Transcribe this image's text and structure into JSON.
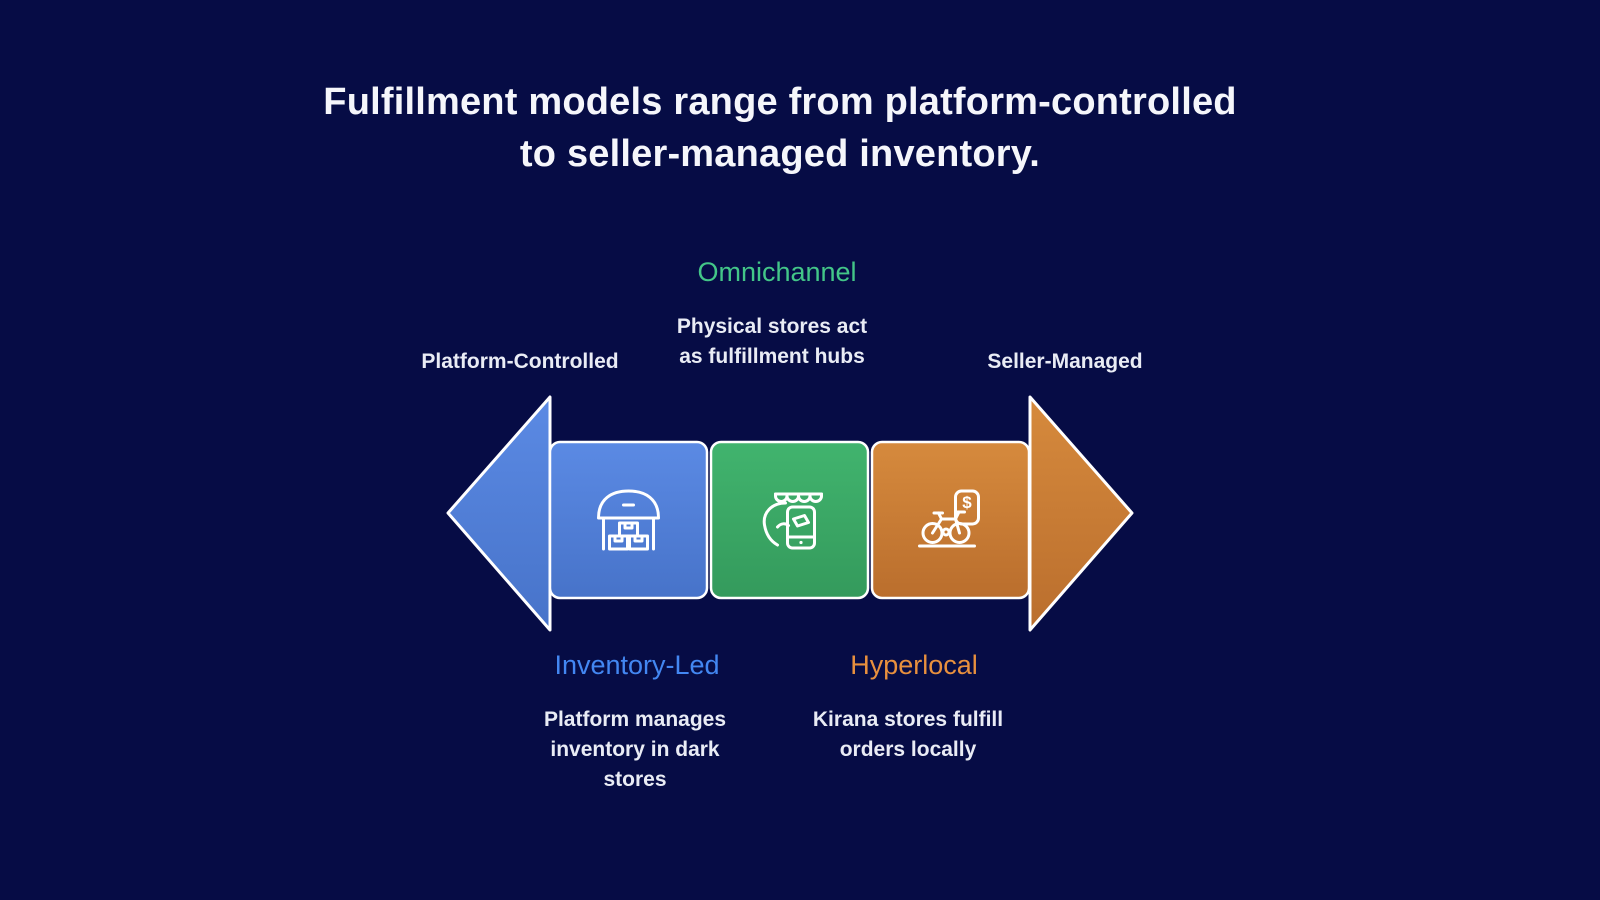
{
  "header": {
    "title": "Fulfillment models range from platform-controlled\nto seller-managed inventory."
  },
  "spectrum": {
    "left_end_label": "Platform-Controlled",
    "right_end_label": "Seller-Managed",
    "models": {
      "omnichannel": {
        "name": "Omnichannel",
        "description": "Physical stores act\nas fulfillment hubs",
        "accent_color": "#43c688",
        "icon": "storefront-phone-icon",
        "position": "top-center"
      },
      "inventory_led": {
        "name": "Inventory-Led",
        "description": "Platform manages\ninventory in dark\nstores",
        "accent_color": "#4387f2",
        "icon": "warehouse-boxes-icon",
        "position": "bottom-left"
      },
      "hyperlocal": {
        "name": "Hyperlocal",
        "description": "Kirana stores fulfill\norders locally",
        "accent_color": "#e8903e",
        "icon": "bicycle-dollar-icon",
        "position": "bottom-right"
      }
    }
  },
  "colors": {
    "background": "#060c45",
    "segment_inventory_led": "#4f7fd4",
    "segment_omnichannel": "#3aa366",
    "segment_hyperlocal": "#c67a35",
    "arrow_left_fill": "#5284da",
    "arrow_right_fill": "#c9803a",
    "outline": "#ffffff",
    "title_text": "#f5f6fb",
    "body_text": "#e9ecf5"
  }
}
